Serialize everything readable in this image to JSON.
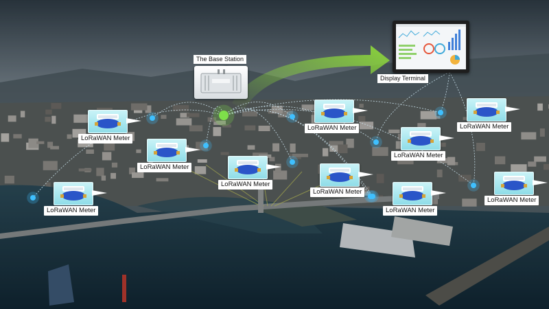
{
  "base_station": {
    "label": "The Base Station"
  },
  "display_terminal": {
    "label": "Display Terminal"
  },
  "meters": [
    {
      "label": "LoRaWAN Meter"
    },
    {
      "label": "LoRaWAN Meter"
    },
    {
      "label": "LoRaWAN Meter"
    },
    {
      "label": "LoRaWAN Meter"
    },
    {
      "label": "LoRaWAN Meter"
    },
    {
      "label": "LoRaWAN Meter"
    },
    {
      "label": "LoRaWAN Meter"
    },
    {
      "label": "LoRaWAN Meter"
    },
    {
      "label": "LoRaWAN Meter"
    },
    {
      "label": "LoRaWAN Meter"
    }
  ],
  "colors": {
    "node_dot": "#3fc0ff",
    "base_dot": "#7ee04a",
    "arrow": "#8fdc3a",
    "link_line": "#cfe7f2",
    "meter_body": "#2a55c8",
    "sky": "#7f8c95",
    "water": "#1d3a4a"
  }
}
